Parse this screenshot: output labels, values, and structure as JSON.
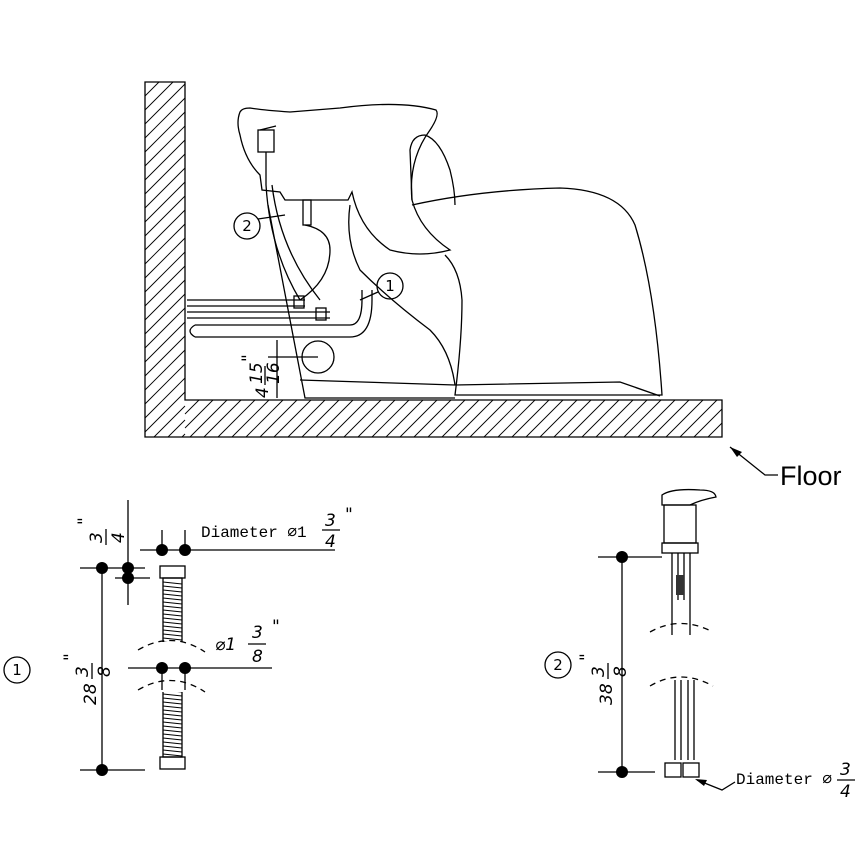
{
  "floor_label": "Floor",
  "callouts": {
    "hose_one": "1",
    "hose_two": "2"
  },
  "drain_height": {
    "whole": "4",
    "num": "15",
    "den": "16",
    "unit": "\""
  },
  "hose_one": {
    "id": "1",
    "length": {
      "whole": "28",
      "num": "3",
      "den": "8",
      "unit": "\""
    },
    "nut_length": {
      "num": "3",
      "den": "4",
      "unit": "\""
    },
    "nut_diameter": {
      "prefix": "Diameter ⌀1",
      "num": "3",
      "den": "4",
      "unit": "\""
    },
    "hose_diameter": {
      "prefix": "⌀1",
      "num": "3",
      "den": "8",
      "unit": "\""
    }
  },
  "hose_two": {
    "id": "2",
    "length": {
      "whole": "38",
      "num": "3",
      "den": "8",
      "unit": "\""
    },
    "connector_diameter": {
      "prefix": "Diameter ⌀",
      "num": "3",
      "den": "4"
    }
  }
}
